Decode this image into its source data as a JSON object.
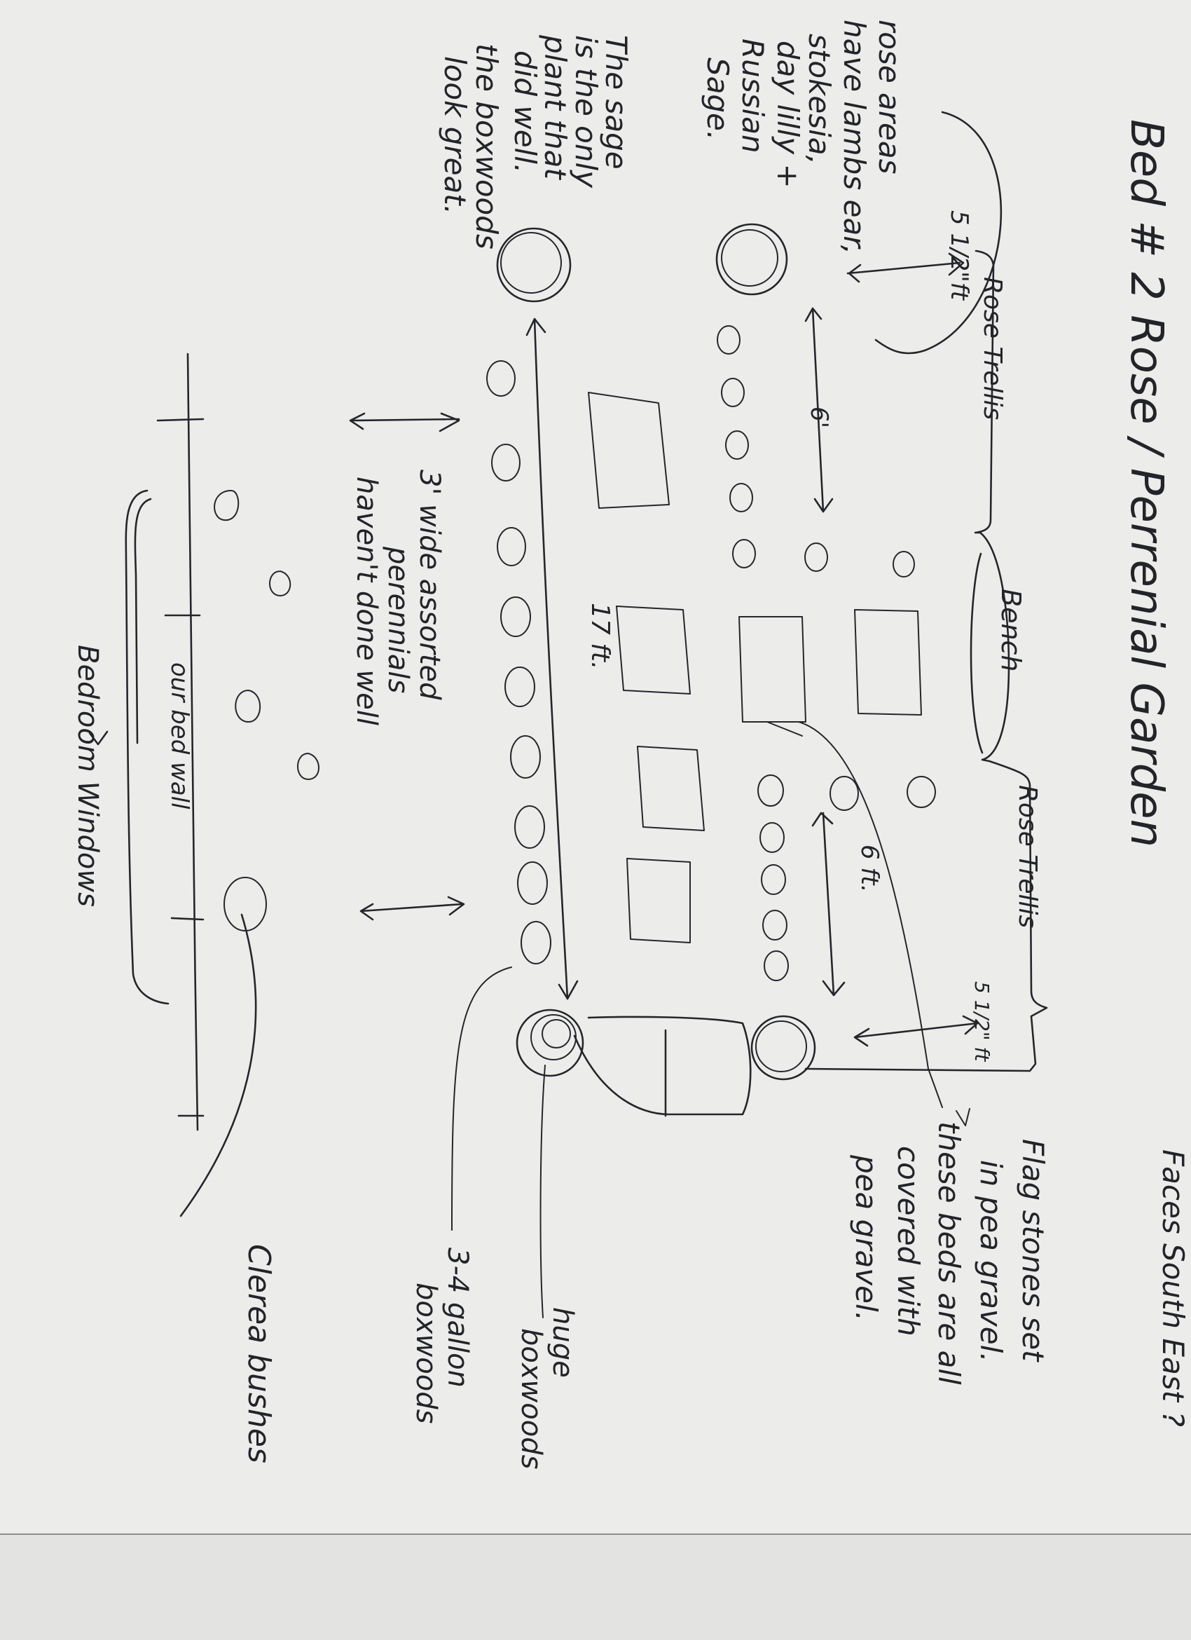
{
  "title": "Bed # 2 Rose / Perrenial Garden",
  "faces": "Faces South East ?",
  "notes": {
    "flagstones_1": "Flag stones set",
    "flagstones_2": "in pea gravel.",
    "flagstones_3": "these beds are all",
    "flagstones_4": "covered with",
    "flagstones_5": "pea gravel.",
    "sage_1": "The sage",
    "sage_2": "is the only",
    "sage_3": "plant that",
    "sage_4": "did well.",
    "sage_5": "the boxwoods",
    "sage_6": "look great.",
    "rose_areas_1": "rose areas",
    "rose_areas_2": "have lambs ear,",
    "rose_areas_3": "stokesia,",
    "rose_areas_4": "day lilly +",
    "rose_areas_5": "Russian",
    "rose_areas_6": "Sage."
  },
  "labels": {
    "rose_trellis_left": "Rose Trellis",
    "bench": "Bench",
    "rose_trellis_right": "Rose Trellis",
    "perennials_1": "3' wide assorted",
    "perennials_2": "perennials",
    "perennials_3": "haven't done well",
    "our_bed_wall": "our bed wall",
    "bedroom_windows": "Bedroom Windows",
    "huge_boxwoods_1": "huge",
    "huge_boxwoods_2": "boxwoods",
    "gallon_boxwoods_1": "3-4 gallon",
    "gallon_boxwoods_2": "boxwoods",
    "clerea_bushes": "Clerea bushes"
  },
  "dimensions": {
    "dim_5_5": "5 1/2\"ft",
    "dim_6_left": "6'",
    "dim_17": "17 ft.",
    "dim_6_right": "6 ft.",
    "dim_5_5_right": "5 1/2\" ft"
  }
}
